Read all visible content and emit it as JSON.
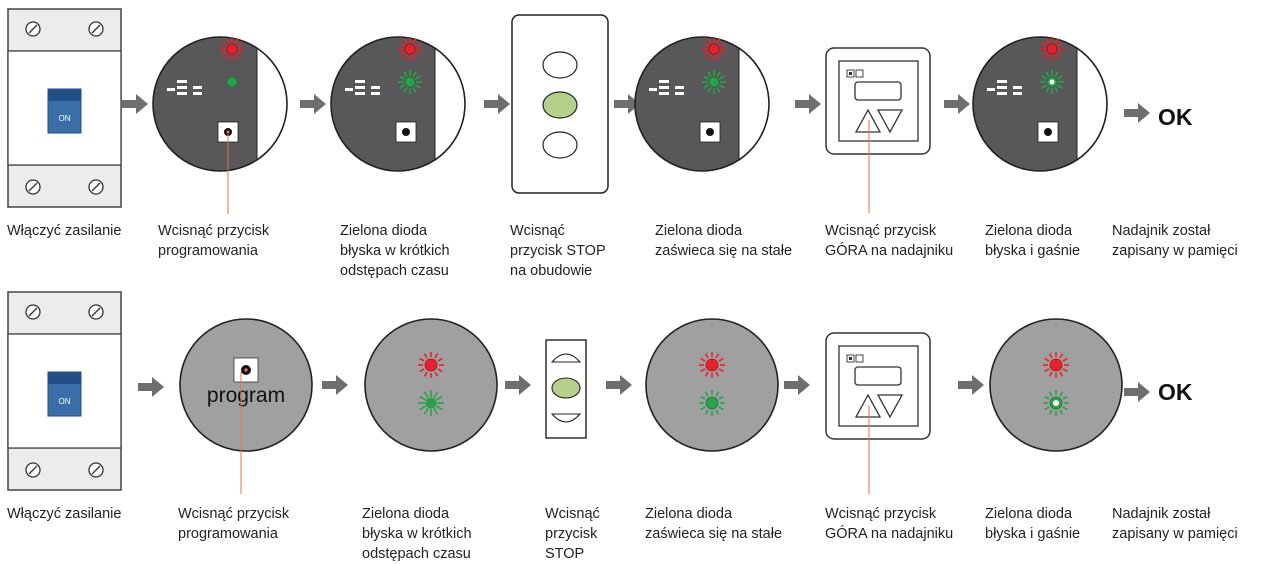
{
  "colors": {
    "dark_panel": "#58585a",
    "light_panel": "#a0a0a0",
    "arrow": "#6e6e70",
    "switch_blue": "#3a6ea8",
    "led_red": "#e8212a",
    "led_green": "#2aa24b",
    "stop_button": "#b5d08a",
    "pointer_line": "#e8734a"
  },
  "icons": [
    "din-breaker-icon",
    "arrow-right-icon",
    "led-red-icon",
    "led-green-icon",
    "program-button-icon",
    "stop-button-icon",
    "remote-transmitter-icon",
    "up-arrow-icon",
    "down-arrow-icon"
  ],
  "switch_label": "ON",
  "program_label": "program",
  "ok_label": "OK",
  "row1": {
    "captions": [
      "Włączyć zasilanie",
      "Wcisnąć przycisk\nprogramowania",
      "Zielona dioda\nbłyska w krótkich\nodstępach czasu",
      "Wcisnąć\nprzycisk STOP\nna obudowie",
      "Zielona dioda\nzaświeca się na stałe",
      "Wcisnąć przycisk\nGÓRA na nadajniku",
      "Zielona dioda\nbłyska i gaśnie",
      "Nadajnik został\nzapisany w pamięci"
    ]
  },
  "row2": {
    "captions": [
      "Włączyć zasilanie",
      "Wcisnąć przycisk\nprogramowania",
      "Zielona dioda\nbłyska w krótkich\nodstępach czasu",
      "Wcisnąć\nprzycisk\nSTOP",
      "Zielona dioda\nzaświeca się na stałe",
      "Wcisnąć przycisk\nGÓRA na nadajniku",
      "Zielona dioda\nbłyska i gaśnie",
      "Nadajnik został\nzapisany w pamięci"
    ]
  }
}
